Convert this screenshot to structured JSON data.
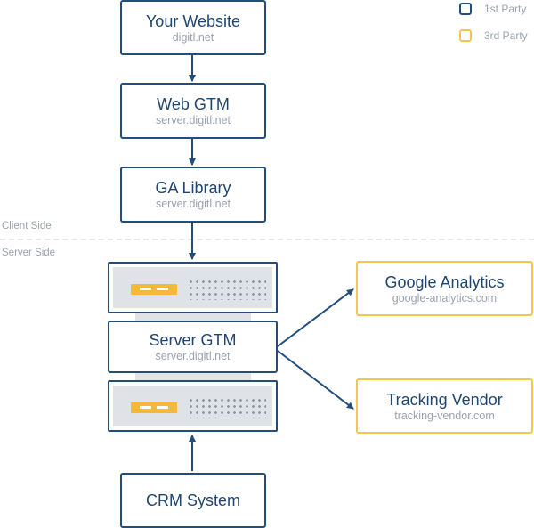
{
  "legend": {
    "first_party": "1st Party",
    "third_party": "3rd Party"
  },
  "zones": {
    "client_side": "Client Side",
    "server_side": "Server Side"
  },
  "nodes": {
    "your_website": {
      "title": "Your Website",
      "subtitle": "digitl.net"
    },
    "web_gtm": {
      "title": "Web GTM",
      "subtitle": "server.digitl.net"
    },
    "ga_library": {
      "title": "GA Library",
      "subtitle": "server.digitl.net"
    },
    "server_gtm": {
      "title": "Server GTM",
      "subtitle": "server.digitl.net"
    },
    "crm_system": {
      "title": "CRM System"
    },
    "google_analytics": {
      "title": "Google Analytics",
      "subtitle": "google-analytics.com"
    },
    "tracking_vendor": {
      "title": "Tracking Vendor",
      "subtitle": "tracking-vendor.com"
    }
  },
  "colors": {
    "first_party": "#234e7a",
    "third_party": "#f5c64f",
    "muted_text": "#9aa3ad",
    "server_panel": "#dfe3e8",
    "server_slot": "#f5b93a"
  }
}
